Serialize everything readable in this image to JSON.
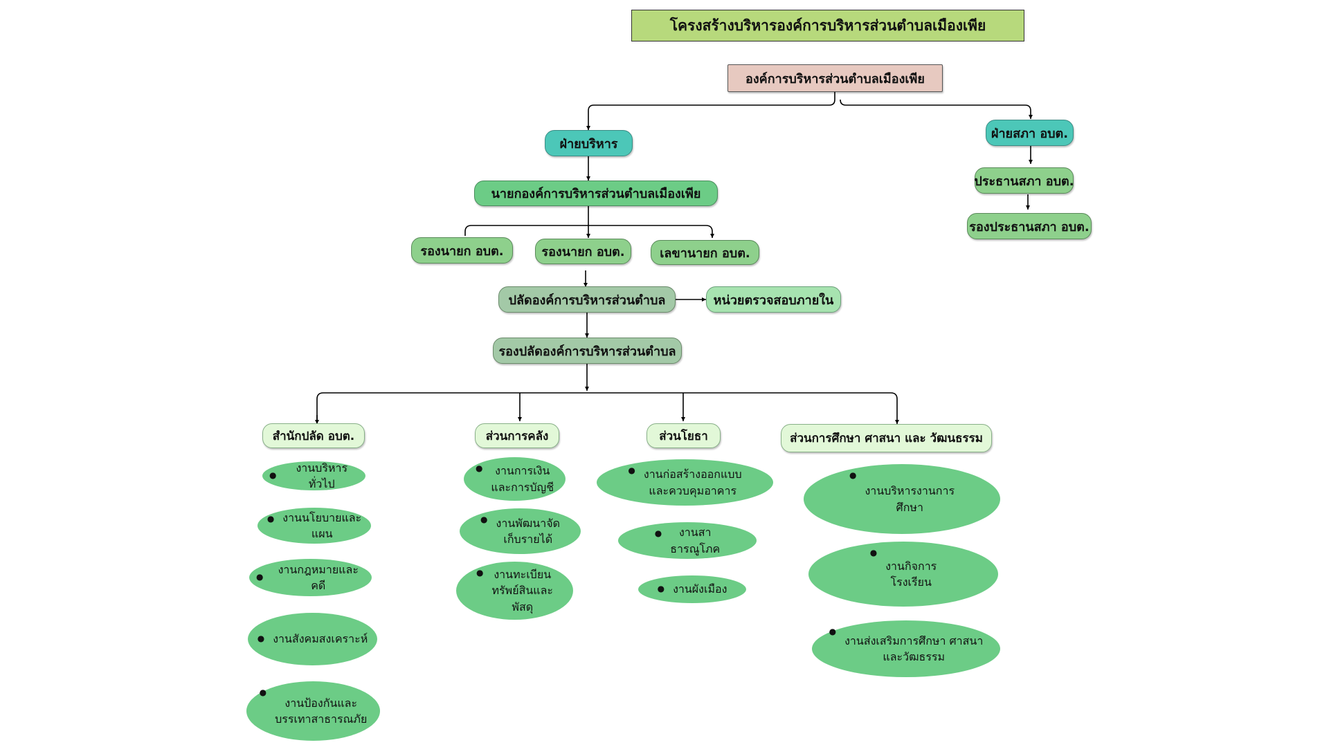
{
  "title": "โครงสร้างบริหารองค์การบริหารส่วนตำบลเมืองเพีย",
  "root": "องค์การบริหารส่วนตำบลเมืองเพีย",
  "executive": {
    "label": "ฝ่ายบริหาร",
    "mayor": "นายกองค์การบริหารส่วนตำบลเมืองเพีย",
    "deputy_1": "รองนายก อบต.",
    "deputy_2": "รองนายก อบต.",
    "secretary": "เลขานายก อบต.",
    "chief_admin": "ปลัดองค์การบริหารส่วนตำบล",
    "internal_audit": "หน่วยตรวจสอบภายใน",
    "deputy_chief_admin": "รองปลัดองค์การบริหารส่วนตำบล"
  },
  "council": {
    "label": "ฝ่ายสภา อบต.",
    "chair": "ประธานสภา อบต.",
    "vice_chair": "รองประธานสภา อบต."
  },
  "departments": [
    {
      "name": "สำนักปลัด อบต.",
      "units": [
        "งานบริหารทั่วไป",
        "งานนโยบายและ\nแผน",
        "งานกฎหมายและคดี",
        "งานสังคมสงเคราะห์",
        "งานป้องกันและ\nบรรเทาสาธารณภัย"
      ]
    },
    {
      "name": "ส่วนการคลัง",
      "units": [
        "งานการเงิน\nและการบัญชี",
        "งานพัฒนาจัด\nเก็บรายได้",
        "งานทะเบียน\nทรัพย์สินและ\nพัสดุ"
      ]
    },
    {
      "name": "ส่วนโยธา",
      "units": [
        "งานก่อสร้างออกแบบ\nและควบคุมอาคาร",
        "งานสา\nธารณูโภค",
        "งานผังเมือง"
      ]
    },
    {
      "name": "ส่วนการศึกษา ศาสนา และ วัฒนธรรม",
      "units": [
        "งานบริหารงานการ\nศึกษา",
        "งานกิจการ\nโรงเรียน",
        "งานส่งเสริมการศึกษา ศาสนา\nและวัฒธรรม"
      ]
    }
  ],
  "colors": {
    "title_fill": "#b7d97c",
    "root_fill": "#e7c9c0",
    "teal": "#4cc7b8",
    "green": "#6ccc86",
    "pale_green": "#e2f8d8",
    "line": "#000000"
  },
  "bullet_symbol": "●"
}
